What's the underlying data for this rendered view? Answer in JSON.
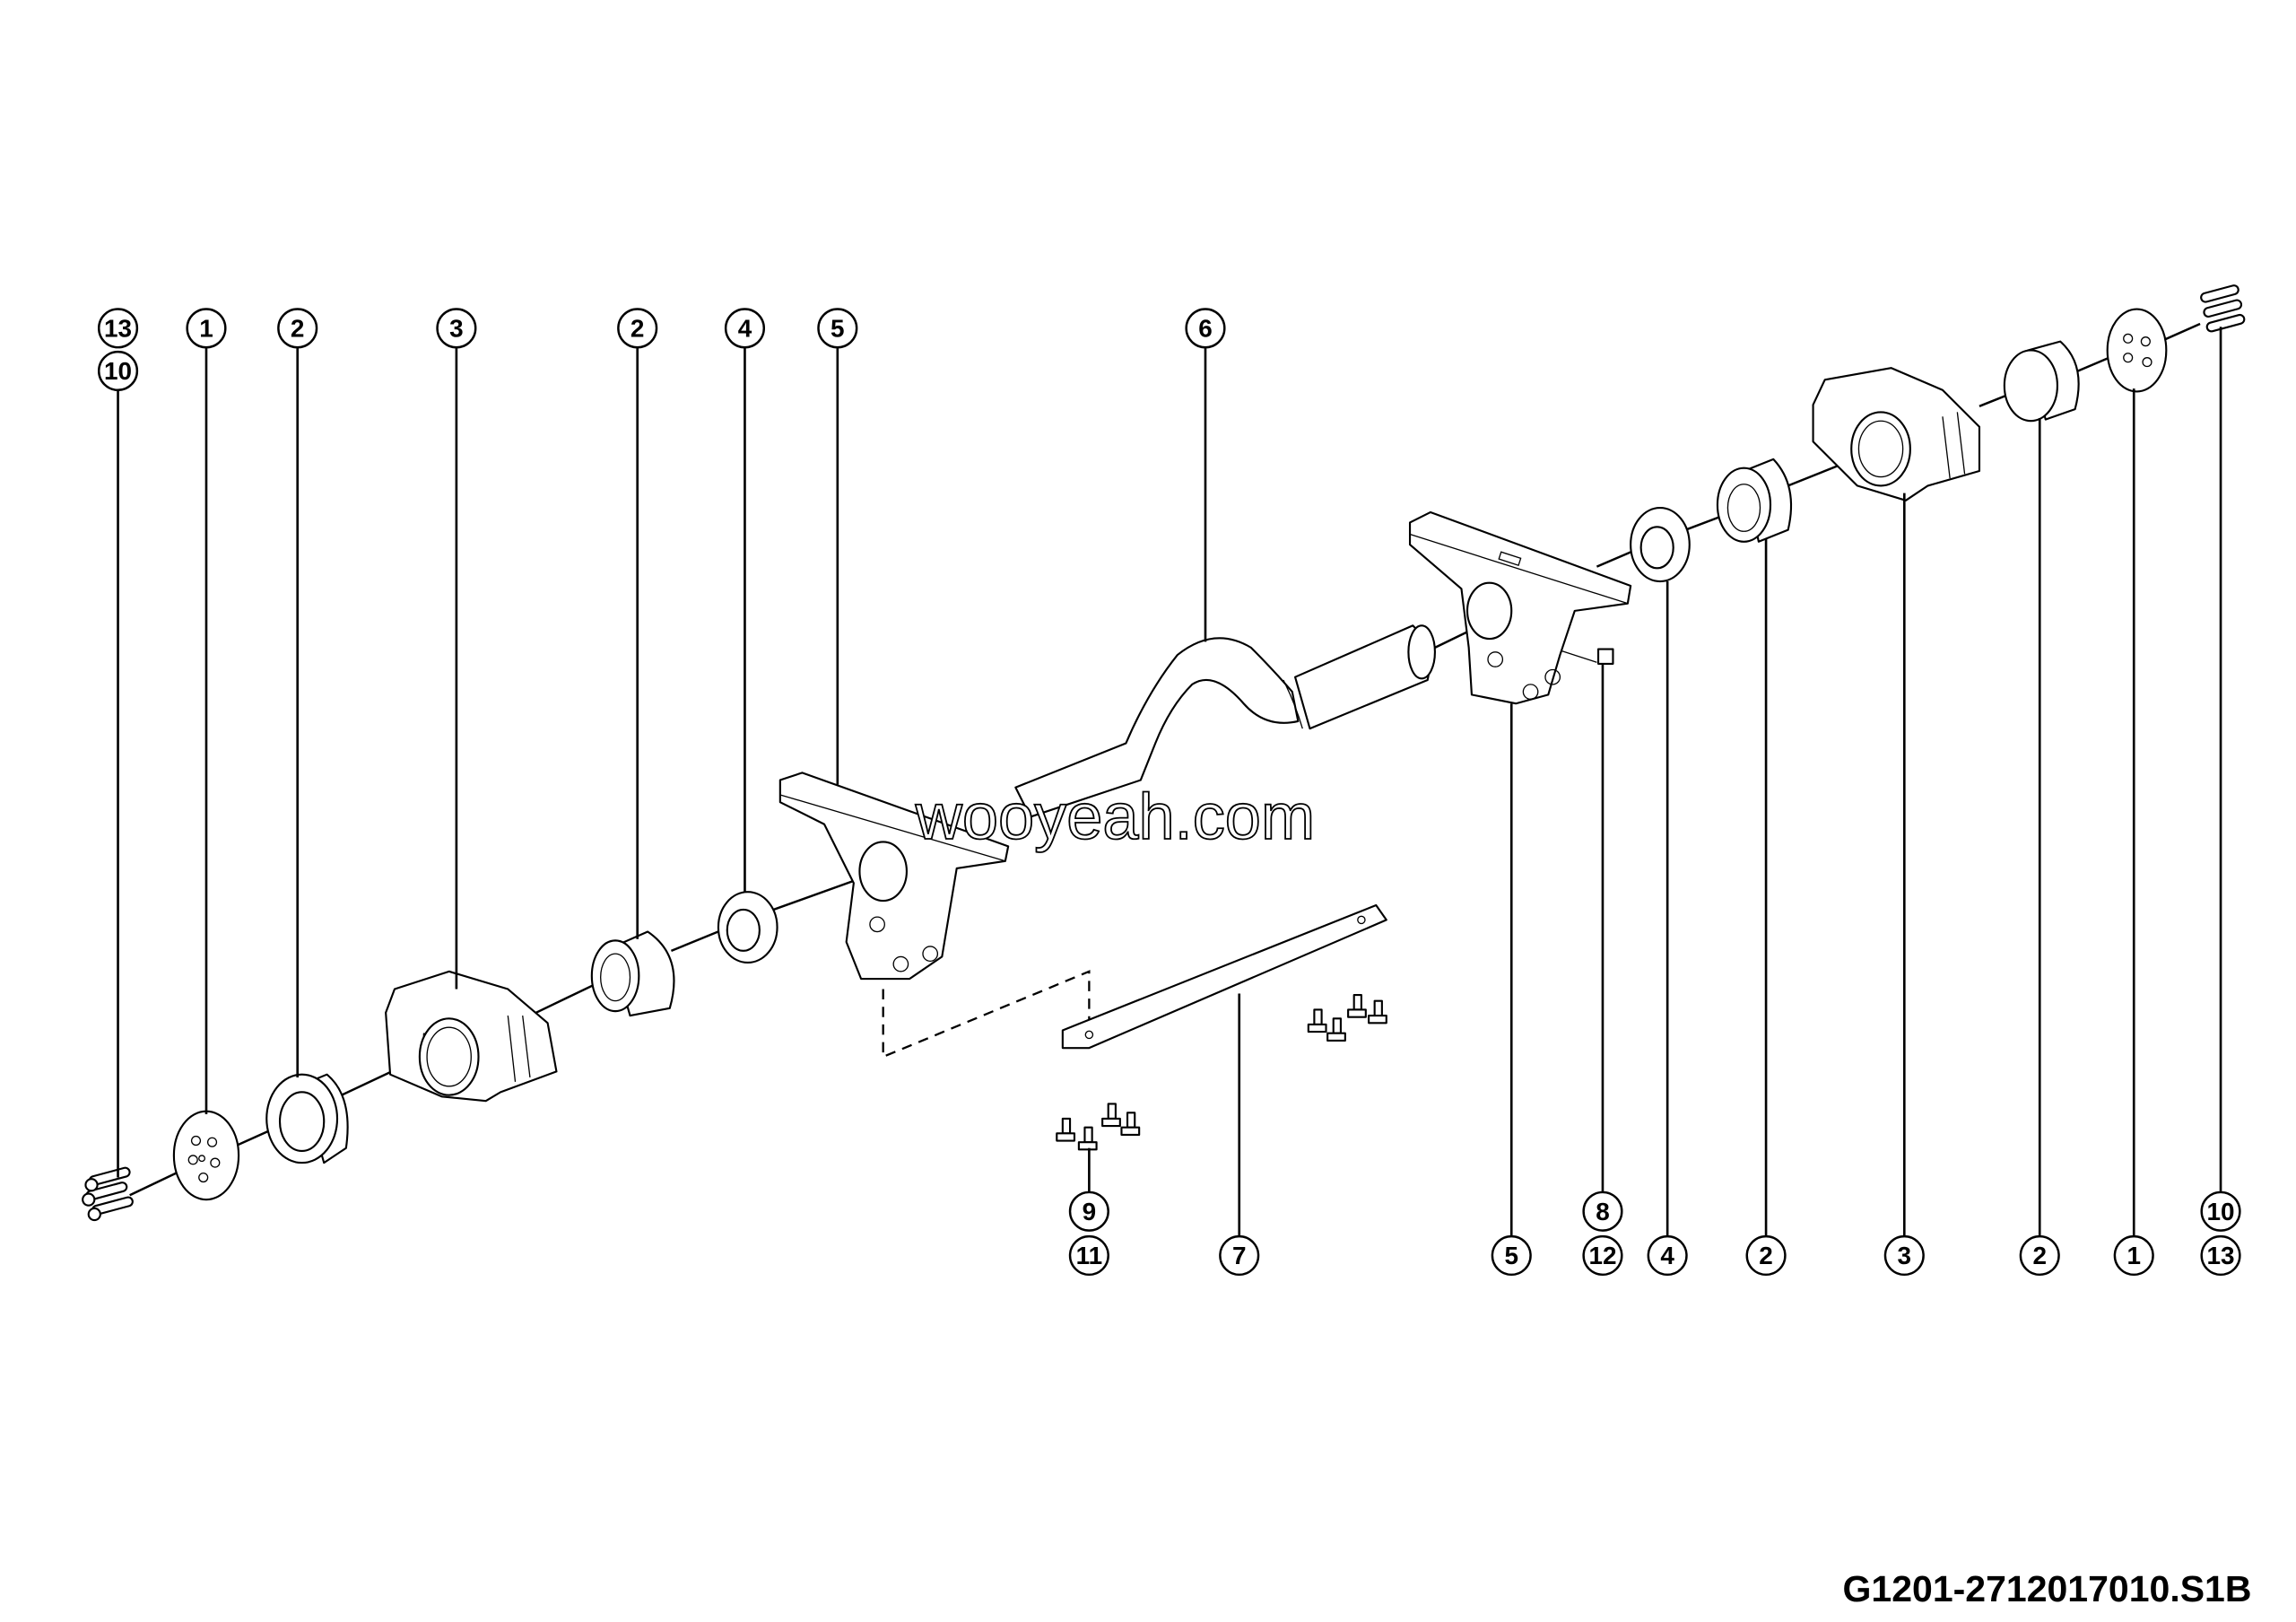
{
  "diagram": {
    "type": "exploded-parts-view",
    "drawing_code": "G1201-2712017010.S1B",
    "watermark": "wooyeah.com",
    "callouts_top": [
      "13",
      "10",
      "1",
      "2",
      "3",
      "2",
      "4",
      "5",
      "6"
    ],
    "callouts_bottom": [
      "9",
      "11",
      "7",
      "5",
      "8",
      "12",
      "4",
      "2",
      "3",
      "2",
      "1",
      "10",
      "13"
    ]
  }
}
